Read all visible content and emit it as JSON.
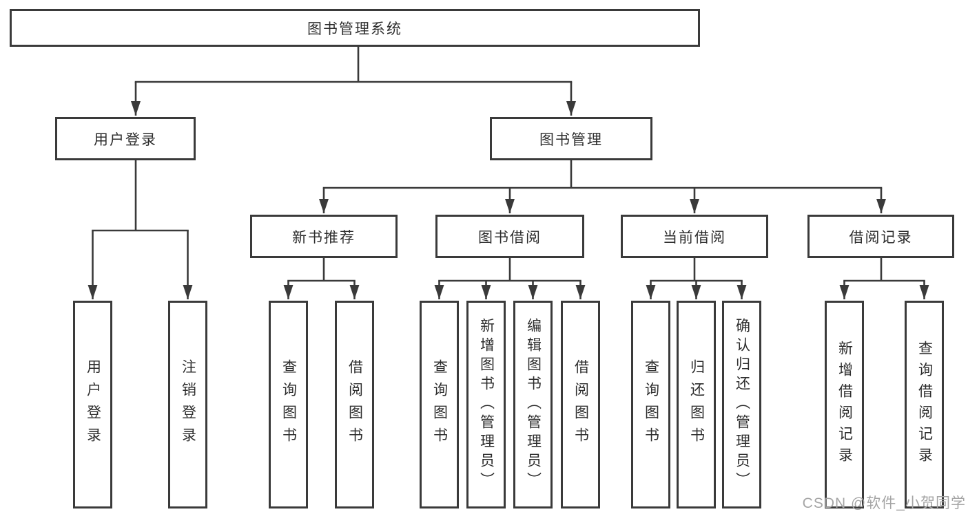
{
  "diagram": {
    "root": {
      "label": "图书管理系统"
    },
    "branches": [
      {
        "label": "用户登录",
        "leaves": [
          "用户登录",
          "注销登录"
        ]
      },
      {
        "label": "图书管理",
        "groups": [
          {
            "label": "新书推荐",
            "leaves": [
              "查询图书",
              "借阅图书"
            ]
          },
          {
            "label": "图书借阅",
            "leaves": [
              "查询图书",
              "新增图书（管理员）",
              "编辑图书（管理员）",
              "借阅图书"
            ]
          },
          {
            "label": "当前借阅",
            "leaves": [
              "查询图书",
              "归还图书",
              "确认归还（管理员）"
            ]
          },
          {
            "label": "借阅记录",
            "leaves": [
              "新增借阅记录",
              "查询借阅记录"
            ]
          }
        ]
      }
    ]
  },
  "watermark": {
    "text": "CSDN @软件_小贺同学"
  },
  "colors": {
    "line-color": "#3a3a3a",
    "text-color": "#2d2d2d",
    "watermark-color": "#a5a5a5",
    "bg-color": "#ffffff"
  }
}
